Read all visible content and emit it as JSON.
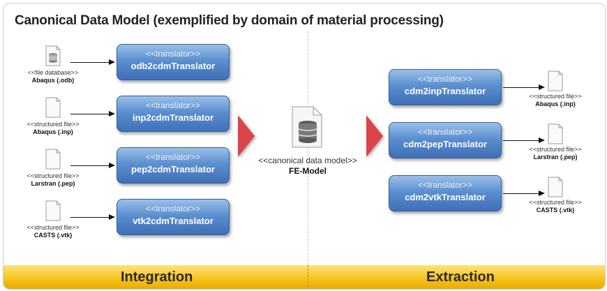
{
  "title": "Canonical Data Model (exemplified by domain of material processing)",
  "stereotypes": {
    "translator": "<<translator>>",
    "file_database": "<<file database>>",
    "structured_file": "<<structured file>>",
    "canonical_data_model": "<<canonical data model>>"
  },
  "integration": {
    "sources": [
      {
        "label": "Abaqus (.odb)"
      },
      {
        "label": "Abaqus (.inp)"
      },
      {
        "label": "Larstran (.pep)"
      },
      {
        "label": "CASTS (.vtk)"
      }
    ],
    "translators": [
      "odb2cdmTranslator",
      "inp2cdmTranslator",
      "pep2cdmTranslator",
      "vtk2cdmTranslator"
    ]
  },
  "center": {
    "name": "FE-Model"
  },
  "extraction": {
    "translators": [
      "cdm2inpTranslator",
      "cdm2pepTranslator",
      "cdm2vtkTranslator"
    ],
    "targets": [
      {
        "label": "Abaqus (.inp)"
      },
      {
        "label": "Larstran (.pep)"
      },
      {
        "label": "CASTS (.vtk)"
      }
    ]
  },
  "footer": {
    "left": "Integration",
    "right": "Extraction"
  },
  "colors": {
    "translator_box": "#4f82c6",
    "chevron": "#d9454a",
    "footer": "#f6c21a"
  }
}
